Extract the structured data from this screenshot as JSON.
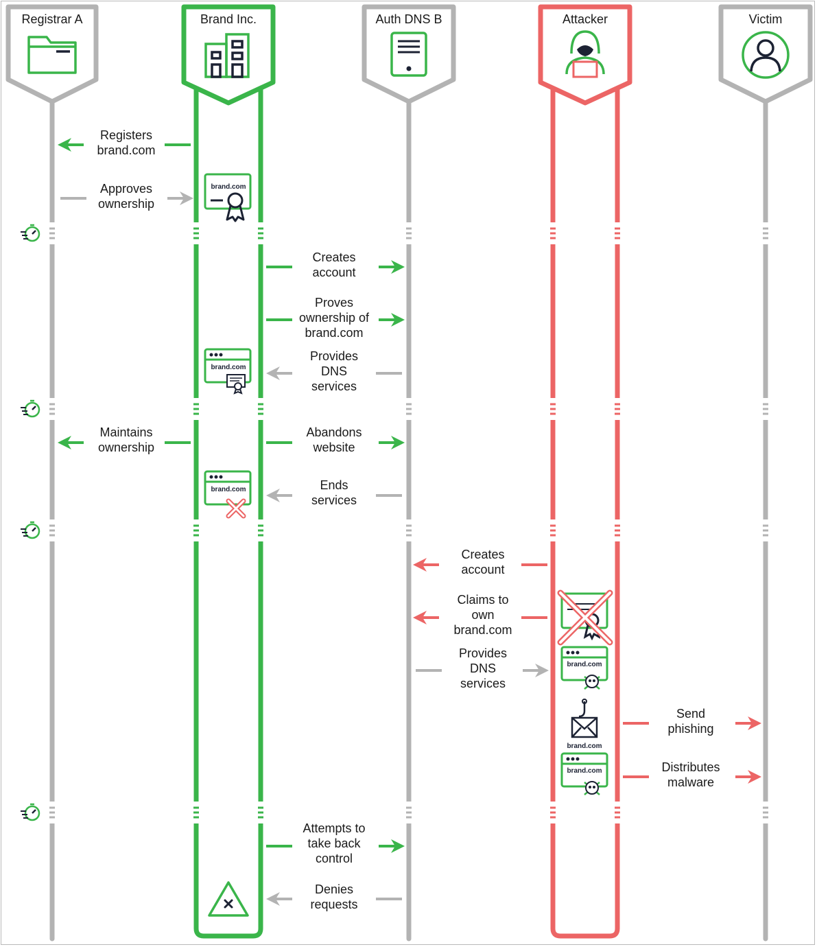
{
  "colors": {
    "green": "#3ab54a",
    "red": "#ec6565",
    "gray": "#b3b3b3",
    "navy": "#1c2233"
  },
  "actors": [
    {
      "name": "Registrar A",
      "icon": "folder-icon",
      "color": "gray"
    },
    {
      "name": "Brand Inc.",
      "icon": "building-icon",
      "color": "green"
    },
    {
      "name": "Auth DNS B",
      "icon": "server-icon",
      "color": "gray"
    },
    {
      "name": "Attacker",
      "icon": "hooded-hacker-icon",
      "color": "red"
    },
    {
      "name": "Victim",
      "icon": "user-icon",
      "color": "gray"
    }
  ],
  "messages": [
    {
      "label": [
        "Registers",
        "brand.com"
      ],
      "from": "Brand Inc.",
      "to": "Registrar A"
    },
    {
      "label": [
        "Approves",
        "ownership"
      ],
      "from": "Registrar A",
      "to": "Brand Inc."
    },
    {
      "label": [
        "Creates",
        "account"
      ],
      "from": "Brand Inc.",
      "to": "Auth DNS B"
    },
    {
      "label": [
        "Proves",
        "ownership of",
        "brand.com"
      ],
      "from": "Brand Inc.",
      "to": "Auth DNS B"
    },
    {
      "label": [
        "Provides",
        "DNS",
        "services"
      ],
      "from": "Auth DNS B",
      "to": "Brand Inc."
    },
    {
      "label": [
        "Maintains",
        "ownership"
      ],
      "from": "Brand Inc.",
      "to": "Registrar A"
    },
    {
      "label": [
        "Abandons",
        "website"
      ],
      "from": "Brand Inc.",
      "to": "Auth DNS B"
    },
    {
      "label": [
        "Ends",
        "services"
      ],
      "from": "Auth DNS B",
      "to": "Brand Inc."
    },
    {
      "label": [
        "Creates",
        "account"
      ],
      "from": "Attacker",
      "to": "Auth DNS B"
    },
    {
      "label": [
        "Claims to",
        "own",
        "brand.com"
      ],
      "from": "Attacker",
      "to": "Auth DNS B"
    },
    {
      "label": [
        "Provides",
        "DNS",
        "services"
      ],
      "from": "Auth DNS B",
      "to": "Attacker"
    },
    {
      "label": [
        "Send",
        "phishing"
      ],
      "from": "Attacker",
      "to": "Victim"
    },
    {
      "label": [
        "Distributes",
        "malware"
      ],
      "from": "Attacker",
      "to": "Victim"
    },
    {
      "label": [
        "Attempts to",
        "take back",
        "control"
      ],
      "from": "Brand Inc.",
      "to": "Auth DNS B"
    },
    {
      "label": [
        "Denies",
        "requests"
      ],
      "from": "Auth DNS B",
      "to": "Brand Inc."
    }
  ],
  "icon_labels": {
    "certificate": "brand.com",
    "website": "brand.com",
    "website_ended": "brand.com",
    "malicious_site": "brand.com",
    "phishing_email": "brand.com",
    "malware_site": "brand.com"
  },
  "time_gap_icons": [
    "stopwatch-icon",
    "stopwatch-icon",
    "stopwatch-icon",
    "stopwatch-icon"
  ]
}
